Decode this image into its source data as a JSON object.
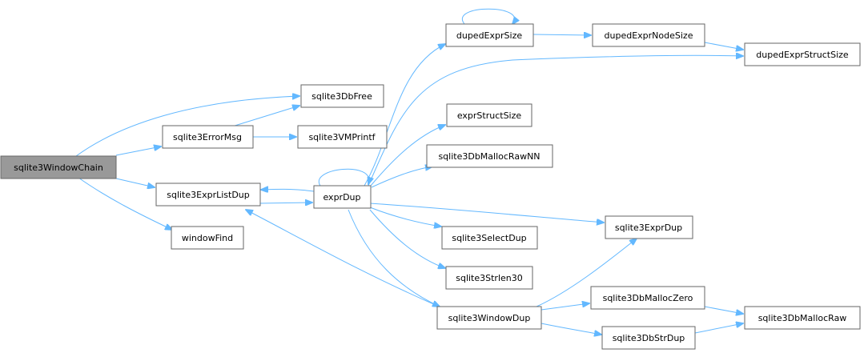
{
  "graph": {
    "edge_color": "#63b8ff",
    "node_border_color": "#666666",
    "root_fill_color": "#999999",
    "nodes": {
      "root": "sqlite3WindowChain",
      "dbfree": "sqlite3DbFree",
      "errmsg": "sqlite3ErrorMsg",
      "vmprintf": "sqlite3VMPrintf",
      "exprlistdup": "sqlite3ExprListDup",
      "windowfind": "windowFind",
      "exprdup": "exprDup",
      "dupedexprsize": "dupedExprSize",
      "dupedexprnodesize": "dupedExprNodeSize",
      "dupedexprstructsize": "dupedExprStructSize",
      "exprstructsize": "exprStructSize",
      "mallocrawnn": "sqlite3DbMallocRawNN",
      "sqlexprdup": "sqlite3ExprDup",
      "selectdup": "sqlite3SelectDup",
      "strlen30": "sqlite3Strlen30",
      "windowdup": "sqlite3WindowDup",
      "malloczero": "sqlite3DbMallocZero",
      "strdup": "sqlite3DbStrDup",
      "mallocraw": "sqlite3DbMallocRaw"
    }
  }
}
